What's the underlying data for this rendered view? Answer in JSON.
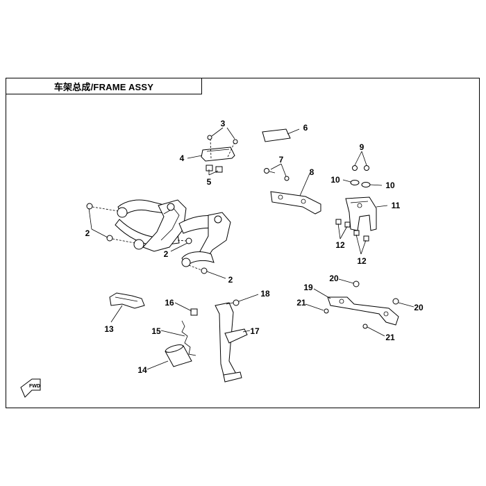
{
  "title": "车架总成/FRAME ASSY",
  "fwd_label": "FWD",
  "callouts": [
    {
      "id": "c3",
      "label": "3"
    },
    {
      "id": "c4",
      "label": "4"
    },
    {
      "id": "c5",
      "label": "5"
    },
    {
      "id": "c6",
      "label": "6"
    },
    {
      "id": "c7",
      "label": "7"
    },
    {
      "id": "c8",
      "label": "8"
    },
    {
      "id": "c9",
      "label": "9"
    },
    {
      "id": "c10a",
      "label": "10"
    },
    {
      "id": "c10b",
      "label": "10"
    },
    {
      "id": "c11",
      "label": "11"
    },
    {
      "id": "c12a",
      "label": "12"
    },
    {
      "id": "c12b",
      "label": "12"
    },
    {
      "id": "c2a",
      "label": "2"
    },
    {
      "id": "c2b",
      "label": "2"
    },
    {
      "id": "c2c",
      "label": "2"
    },
    {
      "id": "c13",
      "label": "13"
    },
    {
      "id": "c14",
      "label": "14"
    },
    {
      "id": "c15",
      "label": "15"
    },
    {
      "id": "c16",
      "label": "16"
    },
    {
      "id": "c17",
      "label": "17"
    },
    {
      "id": "c18",
      "label": "18"
    },
    {
      "id": "c19",
      "label": "19"
    },
    {
      "id": "c20a",
      "label": "20"
    },
    {
      "id": "c20b",
      "label": "20"
    },
    {
      "id": "c21a",
      "label": "21"
    },
    {
      "id": "c21b",
      "label": "21"
    }
  ]
}
